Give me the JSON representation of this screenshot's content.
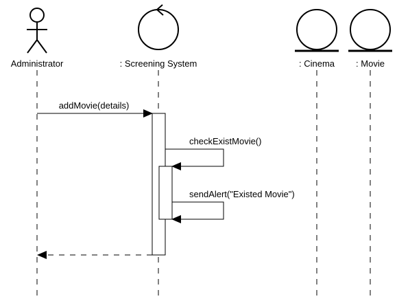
{
  "participants": [
    {
      "id": "administrator",
      "name": "Administrator",
      "kind": "actor"
    },
    {
      "id": "screening-system",
      "name": ": Screening System",
      "kind": "control"
    },
    {
      "id": "cinema",
      "name": ": Cinema",
      "kind": "entity"
    },
    {
      "id": "movie",
      "name": ": Movie",
      "kind": "entity"
    }
  ],
  "messages": [
    {
      "id": "add-movie",
      "from": "Administrator",
      "to": ": Screening System",
      "label": "addMovie(details)",
      "kind": "sync"
    },
    {
      "id": "check-exist-movie",
      "from": ": Screening System",
      "to": ": Screening System",
      "label": "checkExistMovie()",
      "kind": "self"
    },
    {
      "id": "send-alert",
      "from": ": Screening System",
      "to": ": Screening System",
      "label": "sendAlert(\"Existed Movie\")",
      "kind": "self"
    },
    {
      "id": "return",
      "from": ": Screening System",
      "to": "Administrator",
      "label": "",
      "kind": "return"
    }
  ],
  "colors": {
    "line": "#000000",
    "background": "#ffffff"
  }
}
